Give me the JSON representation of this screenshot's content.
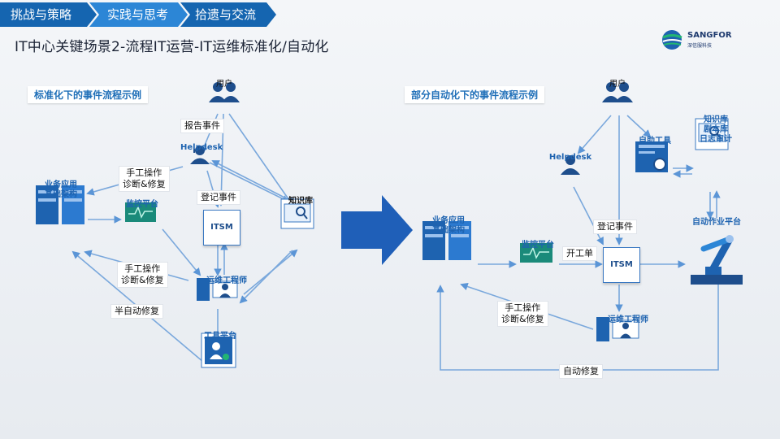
{
  "nav": {
    "items": [
      "挑战与策略",
      "实践与思考",
      "拾遗与交流"
    ],
    "active_index": 1
  },
  "page": {
    "title": "IT中心关键场景2-流程IT运营-IT运维标准化/自动化"
  },
  "logo": {
    "name": "SANGFOR",
    "sub": "深信服科技"
  },
  "left": {
    "section_label": "标准化下的事件流程示例",
    "users": "用户",
    "report_event": "报告事件",
    "helpdesk": "Helpdesk",
    "manual_op_1": "手工操作\n诊断&修复",
    "infra": "业务应用\n基础架构",
    "monitor": "监控平台",
    "register_event": "登记事件",
    "knowledge": "知识库",
    "itsm": "ITSM",
    "manual_op_2": "手工操作\n诊断&修复",
    "engineer": "运维工程师",
    "semi_auto": "半自动修复",
    "tool_platform": "工具平台"
  },
  "right": {
    "section_label": "部分自动化下的事件流程示例",
    "users": "用户",
    "helpdesk": "Helpdesk",
    "self_service": "自助工具",
    "kb_group": "知识库\n剧本库\n日志审计",
    "register_event": "登记事件",
    "auto_platform": "自动作业平台",
    "infra": "业务应用\n基础架构",
    "monitor": "监控平台",
    "open_ticket": "开工单",
    "itsm": "ITSM",
    "manual_op": "手工操作\n诊断&修复",
    "engineer": "运维工程师",
    "auto_repair": "自动修复"
  },
  "colors": {
    "nav_bg": "#1565b0",
    "nav_active": "#2c86d6",
    "accent": "#1f6fb8",
    "line": "#5b95d6",
    "arrow": "#1f5fb8"
  }
}
